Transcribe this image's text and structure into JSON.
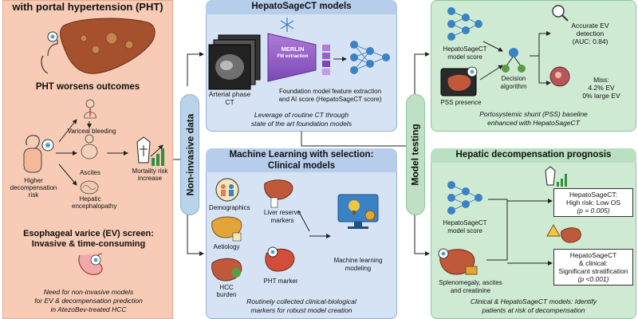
{
  "left_panel": {
    "title_top": "with portal hypertension (PHT)",
    "pht_title": "PHT worsens outcomes",
    "variceal": "Variceal bleeding",
    "ascites": "Ascites",
    "higher_risk": "Higher decompensation risk",
    "hepatic_enc": "Hepatic encephalopathy",
    "mortality": "Mortality risk increase",
    "ev_title_1": "Esophageal varice (EV) screen:",
    "ev_title_2": "Invasive & time-consuming",
    "need_1": "Need for non-invasive models",
    "need_2": "for EV & decompensation prediction",
    "need_3": "in AtezoBev-treated HCC"
  },
  "pills": {
    "non_invasive": "Non-invasive data",
    "model_testing": "Model testing"
  },
  "hepato_models": {
    "title": "HepatoSageCT models",
    "ct_label_1": "Arterial phase",
    "ct_label_2": "CT",
    "merlin_1": "MERLIN",
    "merlin_2": "FM extraction",
    "fm_label_1": "Foundation model feature extraction",
    "fm_label_2": "and AI score (HepatoSageCT score)",
    "caption_1": "Leverage of routine CT through",
    "caption_2": "state of the art foundation models"
  },
  "ml_models": {
    "title_1": "Machine Learning with selection:",
    "title_2": "Clinical models",
    "demographics": "Demographics",
    "liver_reserve_1": "Liver reserve",
    "liver_reserve_2": "markers",
    "aetiology": "Aetiology",
    "ml_modeling_1": "Machine learning",
    "ml_modeling_2": "modeling",
    "hcc_burden": "HCC burden",
    "pht_marker": "PHT marker",
    "caption_1": "Routinely collected clinical-biological",
    "caption_2": "markers for robust model creation"
  },
  "pss": {
    "model_score_1": "HepatoSageCT",
    "model_score_2": "model score",
    "pss_presence": "PSS presence",
    "decision_1": "Decision",
    "decision_2": "algorithm",
    "accurate_1": "Accurate EV",
    "accurate_2": "detection",
    "accurate_3": "(AUC: 0.84)",
    "miss_1": "Miss:",
    "miss_2": "4.2% EV",
    "miss_3": "0% large EV",
    "caption_1": "Portosystemic shunt (PSS) baseline",
    "caption_2": "enhanced with HepatoSageCT"
  },
  "decomp": {
    "title": "Hepatic decompensation prognosis",
    "model_score_1": "HepatoSageCT",
    "model_score_2": "model score",
    "splen_1": "Splenomegaly, ascites",
    "splen_2": "and creatinine",
    "box1_1": "HepatoSageCT:",
    "box1_2": "High risk: Low OS",
    "box1_3": "(p = 0.005)",
    "box2_1": "HepatoSageCT",
    "box2_2": "& clinical:",
    "box2_3": "Significant stratification",
    "box2_4": "(p <0.001)",
    "caption_1": "Clinical & HepatoSageCT models: Identify",
    "caption_2": "patients at risk of decompensation"
  }
}
